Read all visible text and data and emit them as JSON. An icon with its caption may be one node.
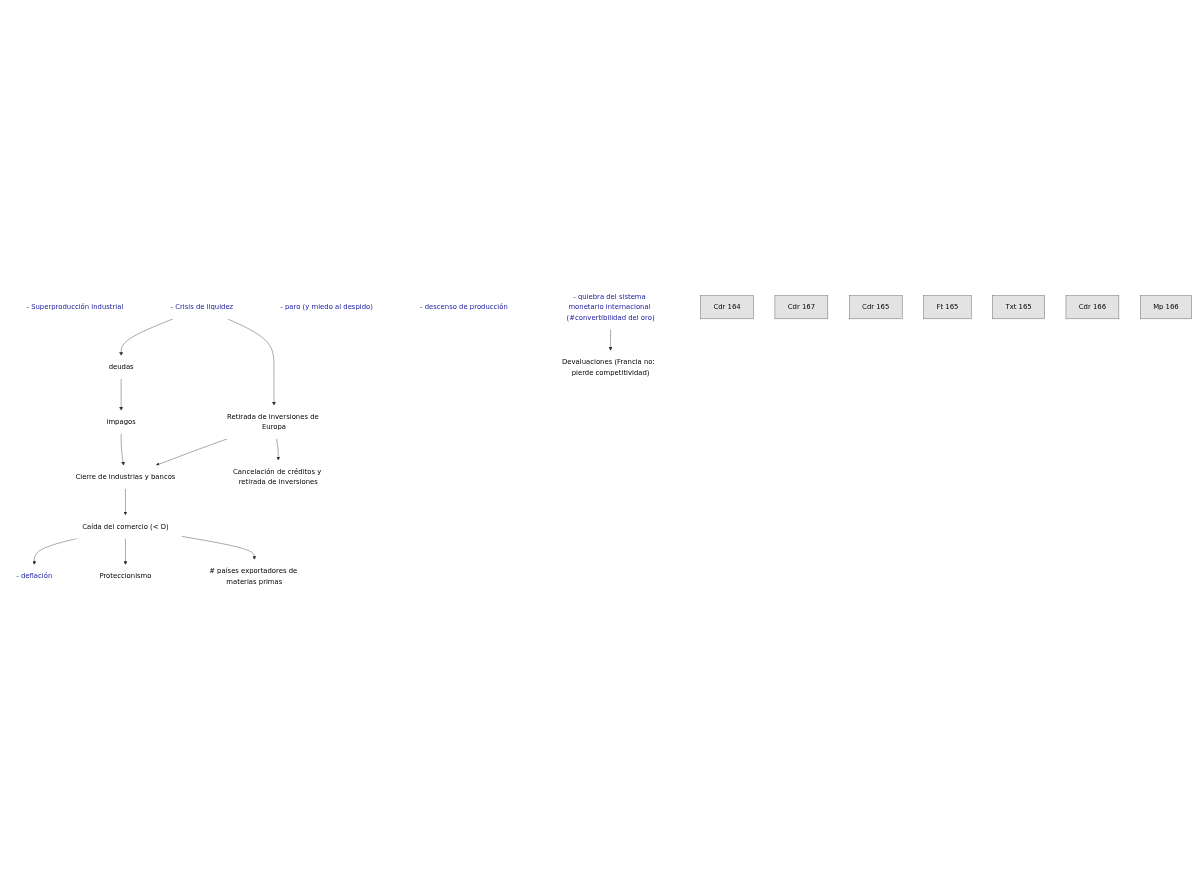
{
  "diagram": {
    "nodes": [
      {
        "text": [
          "- Superproducción industrial"
        ]
      },
      {
        "text": [
          "- Crisis de liquidez"
        ]
      },
      {
        "text": [
          "deudas"
        ]
      },
      {
        "text": [
          "impagos"
        ]
      },
      {
        "text": [
          "Retirada de inversiones de Europa"
        ]
      },
      {
        "text": [
          "Cierre de industrias y bancos"
        ]
      },
      {
        "text": [
          "Cancelación de créditos y retirada de inversiones"
        ]
      },
      {
        "text": [
          "Caída del comercio (< D)"
        ]
      },
      {
        "text": [
          "- deflación"
        ]
      },
      {
        "text": [
          "- paro (y miedo al despido)"
        ]
      },
      {
        "text": [
          "- descenso de producción"
        ]
      },
      {
        "text": [
          "- quiebra del sistema monetario internacional (#convertibilidad del oro)"
        ]
      },
      {
        "text": [
          "Devaluaciones (Francia no:  pierde competitividad)"
        ]
      },
      {
        "text": [
          "Proteccionismo"
        ]
      },
      {
        "text": [
          "# países exportadores de materias primas"
        ]
      },
      {
        "text": [
          "Cdr 164"
        ]
      },
      {
        "text": [
          "Cdr 167"
        ]
      },
      {
        "text": [
          "Cdr 165"
        ]
      },
      {
        "text": [
          "Ft 165"
        ]
      },
      {
        "text": [
          "Txt 165"
        ]
      },
      {
        "text": [
          "Cdr 166"
        ]
      },
      {
        "text": [
          "Mp 166"
        ]
      }
    ],
    "edges": [
      {
        "from": 1,
        "to": 2,
        "arrow": "to"
      },
      {
        "from": 2,
        "to": 3,
        "arrow": "to"
      },
      {
        "from": 1,
        "to": 4,
        "arrow": "to"
      },
      {
        "from": 3,
        "to": 5,
        "arrow": "to"
      },
      {
        "from": 4,
        "to": 5,
        "arrow": "to"
      },
      {
        "from": 4,
        "to": 6,
        "arrow": "to"
      },
      {
        "from": 5,
        "to": 7,
        "arrow": "to"
      },
      {
        "from": 7,
        "to": 8,
        "arrow": "to"
      },
      {
        "from": 11,
        "to": 12,
        "arrow": "to"
      },
      {
        "from": 7,
        "to": 13,
        "arrow": "to"
      },
      {
        "from": 7,
        "to": 14,
        "arrow": "to"
      }
    ]
  }
}
